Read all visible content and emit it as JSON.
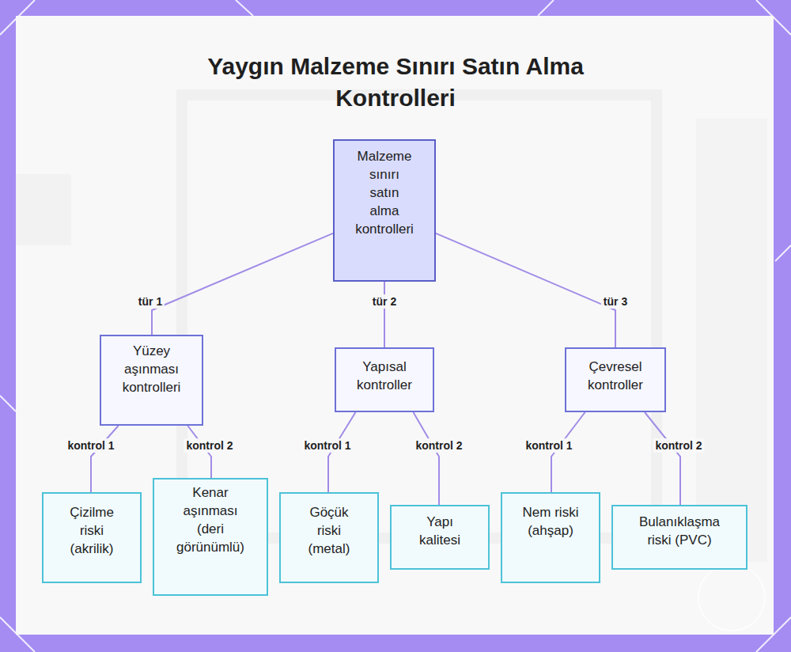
{
  "diagram": {
    "title": "Yaygın Malzeme Sınırı Satın Alma Kontrolleri",
    "nodes": [
      {
        "text": [
          "Malzeme sınırı satın alma kontrolleri"
        ]
      },
      {
        "text": [
          "Yüzey aşınması kontrolleri"
        ]
      },
      {
        "text": [
          "Yapısal kontroller"
        ]
      },
      {
        "text": [
          "Çevresel kontroller"
        ]
      },
      {
        "text": [
          "Çizilme riski (akrilik)"
        ]
      },
      {
        "text": [
          "Kenar aşınması (deri görünümlü)"
        ]
      },
      {
        "text": [
          "Göçük riski (metal)"
        ]
      },
      {
        "text": [
          "Yapı kalitesi"
        ]
      },
      {
        "text": [
          "Nem riski (ahşap)"
        ]
      },
      {
        "text": [
          "Bulanıklaşma riski (PVC)"
        ]
      }
    ],
    "edges": [
      {
        "from": 0,
        "to": 1,
        "label": "tür 1",
        "arrow": "none"
      },
      {
        "from": 0,
        "to": 2,
        "label": "tür 2",
        "arrow": "none"
      },
      {
        "from": 0,
        "to": 3,
        "label": "tür 3",
        "arrow": "none"
      },
      {
        "from": 1,
        "to": 4,
        "label": "kontrol 1",
        "arrow": "none"
      },
      {
        "from": 1,
        "to": 5,
        "label": "kontrol 2",
        "arrow": "none"
      },
      {
        "from": 2,
        "to": 6,
        "label": "kontrol 1",
        "arrow": "none"
      },
      {
        "from": 2,
        "to": 7,
        "label": "kontrol 2",
        "arrow": "none"
      },
      {
        "from": 3,
        "to": 8,
        "label": "kontrol 1",
        "arrow": "none"
      },
      {
        "from": 3,
        "to": 9,
        "label": "kontrol 2",
        "arrow": "none"
      }
    ]
  }
}
